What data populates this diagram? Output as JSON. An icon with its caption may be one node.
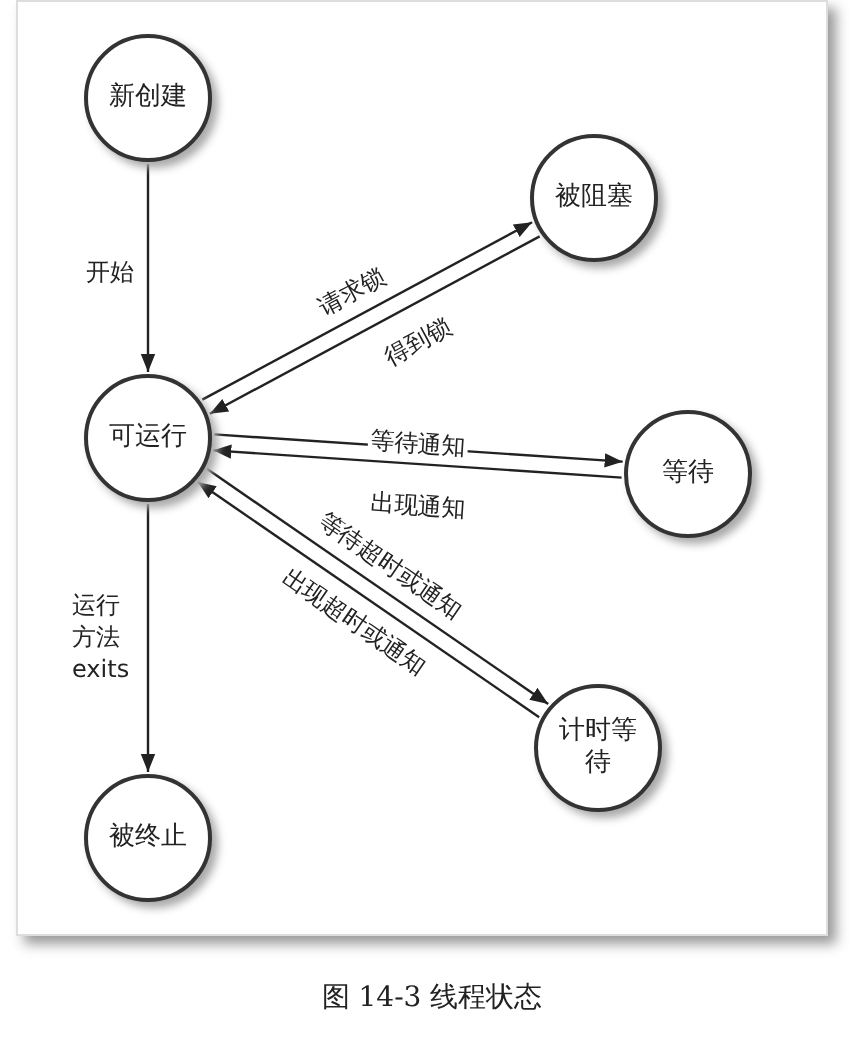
{
  "diagram": {
    "caption": "图 14-3 线程状态",
    "nodes": [
      {
        "text": [
          "新创建"
        ]
      },
      {
        "text": [
          "被阻塞"
        ]
      },
      {
        "text": [
          "可运行"
        ]
      },
      {
        "text": [
          "等待"
        ]
      },
      {
        "text": [
          "计时等待"
        ]
      },
      {
        "text": [
          "被终止"
        ]
      }
    ],
    "edges": [
      {
        "from": 0,
        "to": 2,
        "arrow": "to",
        "label": "开始"
      },
      {
        "from": 2,
        "to": 1,
        "arrow": "to",
        "label": "请求锁"
      },
      {
        "from": 1,
        "to": 2,
        "arrow": "to",
        "label": "得到锁"
      },
      {
        "from": 2,
        "to": 3,
        "arrow": "to",
        "label": "等待通知"
      },
      {
        "from": 3,
        "to": 2,
        "arrow": "to",
        "label": "出现通知"
      },
      {
        "from": 2,
        "to": 4,
        "arrow": "to",
        "label": "等待超时或通知"
      },
      {
        "from": 4,
        "to": 2,
        "arrow": "to",
        "label": "出现超时或通知"
      },
      {
        "from": 2,
        "to": 5,
        "arrow": "to",
        "label": "运行方法 exits"
      }
    ]
  }
}
